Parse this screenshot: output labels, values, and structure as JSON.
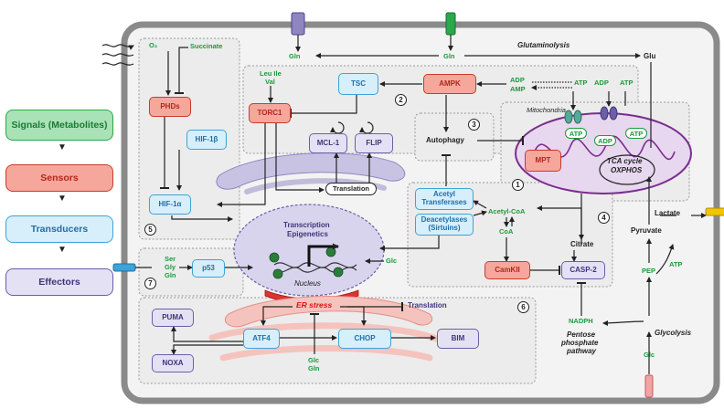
{
  "legend": {
    "signals": "Signals (Metabolites)",
    "sensors": "Sensors",
    "transducers": "Transducers",
    "effectors": "Effectors"
  },
  "colors": {
    "signal_green": "#1a9a3a",
    "sensor_red": "#f6a79c",
    "transducer_blue": "#d7eefb",
    "effector_purple": "#e5e1f4",
    "cell_border": "#8a8a8a"
  },
  "extracellular": {
    "o2": "O₂",
    "succinate": "Succinate",
    "gln": "Gln",
    "glutaminolysis": "Glutaminolysis",
    "glu": "Glu",
    "amino_acids": [
      "Leu Ile",
      "Val"
    ],
    "ser_gly_gln": [
      "Ser",
      "Gly",
      "Gln"
    ],
    "glc_bottom": "Glc",
    "lactate": "Lactate"
  },
  "nodes": {
    "phds": "PHDs",
    "hif1b": "HIF-1β",
    "hif1a": "HIF-1α",
    "torc1": "TORC1",
    "tsc": "TSC",
    "ampk": "AMPK",
    "mcl1": "MCL-1",
    "flip": "FLIP",
    "translation": "Translation",
    "autophagy": "Autophagy",
    "acetyl_transferases": "Acetyl Transferases",
    "deacetylases": "Deacetylases (Sirtuins)",
    "p53": "p53",
    "camkii": "CamKII",
    "casp2": "CASP-2",
    "mpt": "MPT",
    "puma": "PUMA",
    "noxa": "NOXA",
    "atf4": "ATF4",
    "chop": "CHOP",
    "bim": "BIM"
  },
  "labels": {
    "adp": "ADP",
    "amp": "AMP",
    "atp": "ATP",
    "mitochondria": "Mitochondria",
    "tca": "TCA cycle",
    "oxphos": "OXPHOS",
    "transcription": "Transcription",
    "epigenetics": "Epigenetics",
    "nucleus": "Nucleus",
    "glc_nucleus": "Glc",
    "acetyl_coa": "Acetyl-CoA",
    "coa": "CoA",
    "citrate": "Citrate",
    "pyruvate": "Pyruvate",
    "pep": "PEP",
    "nadph": "NADPH",
    "ppp": [
      "Pentose",
      "phosphate",
      "pathway"
    ],
    "glycolysis": "Glycolysis",
    "er_stress": "ER stress",
    "translation2": "Translation",
    "glc_er": "Glc",
    "gln_er": "Gln"
  },
  "region_numbers": [
    "1",
    "2",
    "3",
    "4",
    "5",
    "6",
    "7"
  ]
}
